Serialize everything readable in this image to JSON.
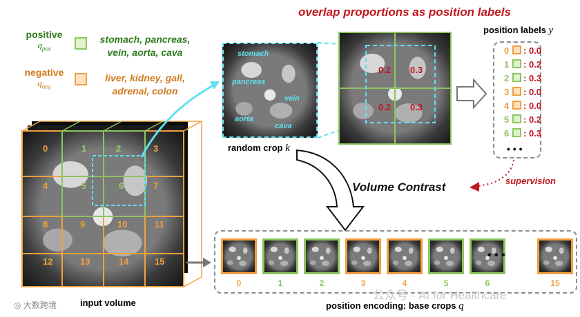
{
  "title": "overlap proportions as position labels",
  "legend": {
    "positive_label": "positive",
    "positive_symbol": "q",
    "positive_sub": "pos",
    "positive_organs_line1": "stomach, pancreas,",
    "positive_organs_line2": "vein, aorta, cava",
    "negative_label": "negative",
    "negative_symbol": "q",
    "negative_sub": "neg",
    "negative_organs_line1": "liver, kidney, gall,",
    "negative_organs_line2": "adrenal, colon"
  },
  "colors": {
    "positive": "#8dc560",
    "negative": "#f0a040",
    "accent_red": "#c0161d",
    "cyan": "#5fe0f0",
    "positive_text": "#2f7a1e",
    "negative_text": "#d07a1e"
  },
  "random_crop": {
    "label": "random crop",
    "symbol": "k",
    "organs": [
      "stomach",
      "pancreas",
      "vein",
      "aorta",
      "cava"
    ]
  },
  "crop_overlaps": [
    "0.2",
    "0.3",
    "0.2",
    "0.3"
  ],
  "position_labels": {
    "title": "position labels",
    "symbol": "y",
    "rows": [
      {
        "index": "0",
        "type": "negative",
        "value": "0.0"
      },
      {
        "index": "1",
        "type": "positive",
        "value": "0.2"
      },
      {
        "index": "2",
        "type": "positive",
        "value": "0.3"
      },
      {
        "index": "3",
        "type": "negative",
        "value": "0.0"
      },
      {
        "index": "4",
        "type": "negative",
        "value": "0.0"
      },
      {
        "index": "5",
        "type": "positive",
        "value": "0.2"
      },
      {
        "index": "6",
        "type": "positive",
        "value": "0.3"
      }
    ],
    "ellipsis": "• • •"
  },
  "supervision": "supervision",
  "volume_contrast": "Volume Contrast",
  "input_volume": {
    "label": "input volume",
    "cells": [
      "0",
      "1",
      "2",
      "3",
      "4",
      "5",
      "6",
      "7",
      "8",
      "9",
      "10",
      "11",
      "12",
      "13",
      "14",
      "15"
    ],
    "positive_cells": [
      "1",
      "2",
      "5",
      "6"
    ]
  },
  "base_crops": {
    "label": "position encoding: base crops",
    "symbol": "q",
    "items": [
      {
        "index": "0",
        "type": "negative"
      },
      {
        "index": "1",
        "type": "positive"
      },
      {
        "index": "2",
        "type": "positive"
      },
      {
        "index": "3",
        "type": "negative"
      },
      {
        "index": "4",
        "type": "negative"
      },
      {
        "index": "5",
        "type": "positive"
      },
      {
        "index": "6",
        "type": "positive"
      },
      {
        "index": "15",
        "type": "negative"
      }
    ],
    "ellipsis": "• • •"
  },
  "watermark": "公众号 · AI for Healthcare",
  "source_mark": "大数跨境"
}
